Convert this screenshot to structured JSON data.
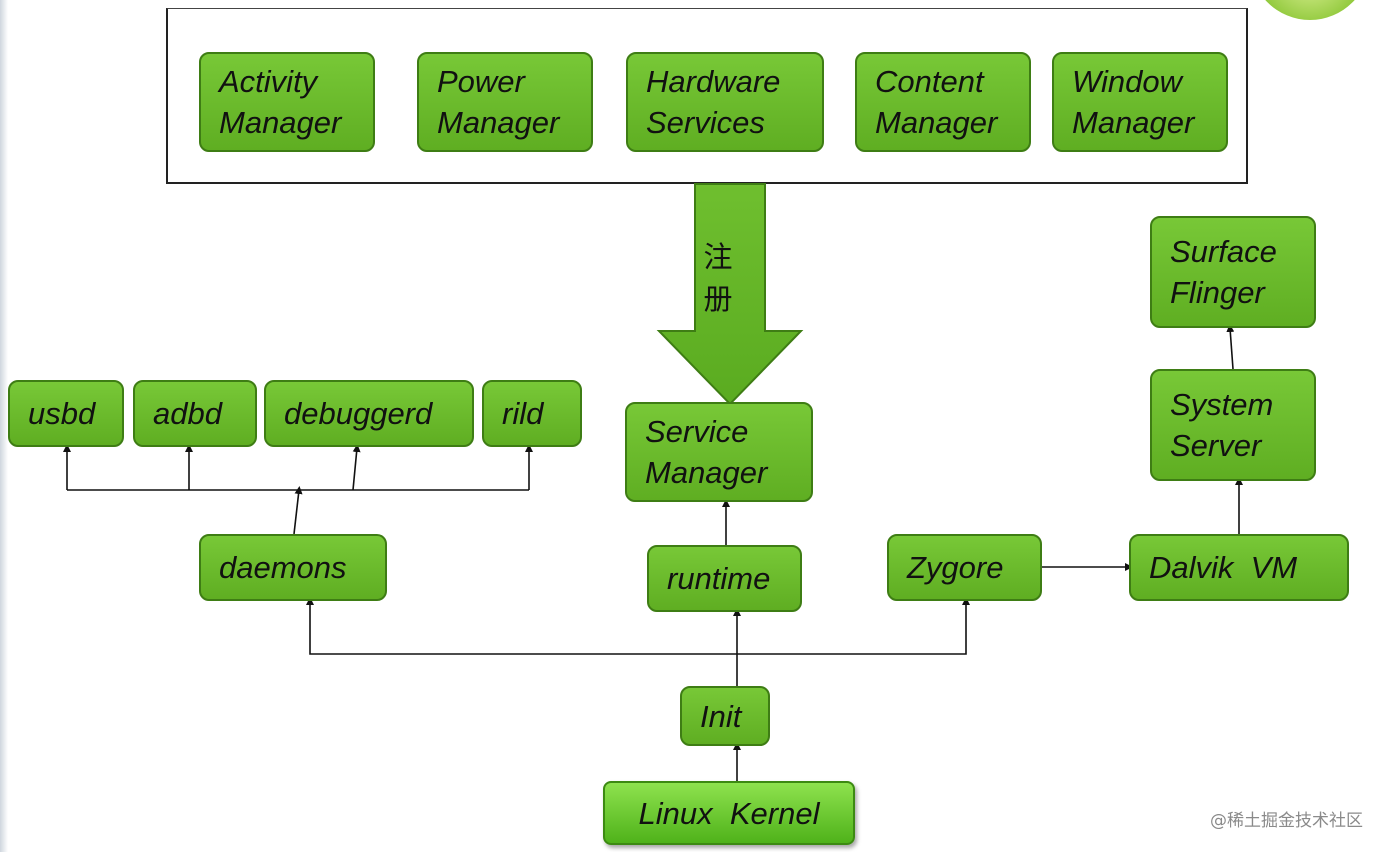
{
  "framework_services": [
    {
      "line1": "Activity",
      "line2": "Manager"
    },
    {
      "line1": "Power",
      "line2": "Manager"
    },
    {
      "line1": "Hardware",
      "line2": "Services"
    },
    {
      "line1": "Content",
      "line2": "Manager"
    },
    {
      "line1": "Window",
      "line2": "Manager"
    }
  ],
  "register_label": {
    "char1": "注",
    "char2": "册"
  },
  "daemon_children": [
    "usbd",
    "adbd",
    "debuggerd",
    "rild"
  ],
  "service_manager": {
    "line1": "Service",
    "line2": "Manager"
  },
  "surface_flinger": {
    "line1": "Surface",
    "line2": "Flinger"
  },
  "system_server": {
    "line1": "System",
    "line2": "Server"
  },
  "daemons": "daemons",
  "runtime": "runtime",
  "zygote": "Zygore",
  "dalvik": "Dalvik  VM",
  "init": "Init",
  "kernel": "Linux  Kernel",
  "watermark": "@稀土掘金技术社区",
  "colors": {
    "box_fill": "#6ab92c",
    "box_border": "#3e7d14",
    "arrow_fill": "#6ab92c",
    "line": "#111111"
  }
}
